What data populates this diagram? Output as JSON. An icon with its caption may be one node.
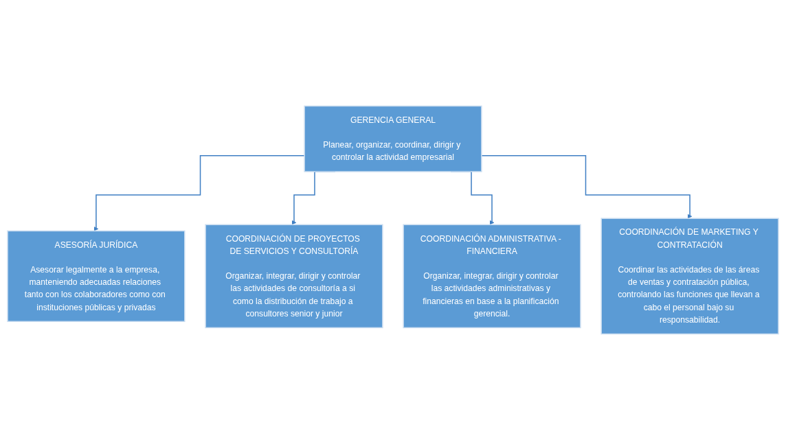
{
  "diagram": {
    "nodes": [
      {
        "text": [
          "GERENCIA GENERAL",
          "Planear, organizar, coordinar, dirigir y controlar la actividad empresarial"
        ]
      },
      {
        "text": [
          "ASESORÍA JURÍDICA",
          "Asesorar legalmente a la empresa, manteniendo adecuadas relaciones tanto con los colaboradores como con instituciones públicas y privadas"
        ]
      },
      {
        "text": [
          "COORDINACIÓN DE PROYECTOS DE SERVICIOS Y CONSULTORÍA",
          "Organizar, integrar, dirigir y controlar las actividades de consultoría a si como la distribución de trabajo a consultores senior y junior"
        ]
      },
      {
        "text": [
          "COORDINACIÓN ADMINISTRATIVA - FINANCIERA",
          "Organizar, integrar, dirigir y controlar las actividades administrativas y financieras en base a la planificación gerencial."
        ]
      },
      {
        "text": [
          "COORDINACIÓN DE MARKETING Y CONTRATACIÓN",
          "Coordinar las actividades de las áreas de ventas y contratación pública, controlando las funciones que llevan a cabo el personal bajo su responsabilidad."
        ]
      }
    ],
    "edges": [
      {
        "from": 0,
        "to": 1,
        "arrow": "to"
      },
      {
        "from": 0,
        "to": 2,
        "arrow": "to"
      },
      {
        "from": 0,
        "to": 3,
        "arrow": "to"
      },
      {
        "from": 0,
        "to": 4,
        "arrow": "to"
      }
    ]
  }
}
